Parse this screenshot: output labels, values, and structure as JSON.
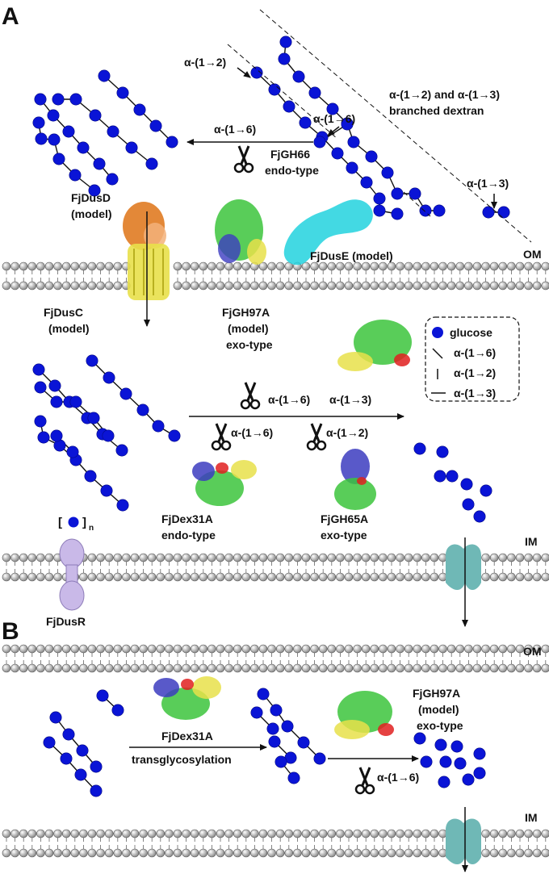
{
  "panels": {
    "a": "A",
    "b": "B"
  },
  "membranes": {
    "outer": "OM",
    "inner": "IM",
    "outer_b": "OM",
    "inner_b": "IM"
  },
  "linkages": {
    "a12": "α-(1→2)",
    "a13": "α-(1→3)",
    "a16": "α-(1→6)",
    "branched_line1": "α-(1→2) and α-(1→3)",
    "branched_line2": "branched dextran"
  },
  "enzymes": {
    "fjgh66": "FjGH66",
    "fjgh66_type": "endo-type",
    "dusd_1": "FjDusD",
    "dusd_2": "(model)",
    "duse": "FjDusE (model)",
    "dusc_1": "FjDusC",
    "dusc_2": "(model)",
    "gh97a_1": "FjGH97A",
    "gh97a_2": "(model)",
    "gh97a_3": "exo-type",
    "dex31a": "FjDex31A",
    "dex31a_type": "endo-type",
    "gh65a": "FjGH65A",
    "gh65a_type": "exo-type",
    "dusr": "FjDusR",
    "dusr_ligand_open": "[",
    "dusr_ligand_close": "]",
    "dusr_ligand_sub": "n",
    "transglyco": "transglycosylation"
  },
  "legend": {
    "glucose": "glucose",
    "l16": "α-(1→6)",
    "l12": "α-(1→2)",
    "l13": "α-(1→3)"
  },
  "colors": {
    "glucose": "#0a14d6",
    "protein_green": "#3cc43c",
    "protein_yellow": "#e8e04a",
    "protein_orange": "#e07b22",
    "protein_cyan": "#22d2de",
    "protein_blue": "#3c3cc0",
    "protein_red": "#e02020",
    "transporter": "#6fb8b6",
    "dusr": "#c9b9e8"
  }
}
